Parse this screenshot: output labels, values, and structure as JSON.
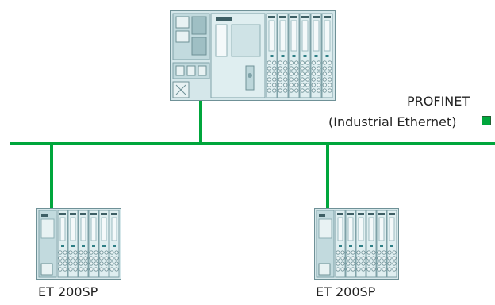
{
  "network": {
    "name": "PROFINET",
    "subtitle": "(Industrial Ethernet)",
    "color": "#00a63c"
  },
  "devices": [
    {
      "label": "ET 200SP"
    },
    {
      "label": "ET 200SP"
    }
  ],
  "colors": {
    "device_body": "#cfe3e6",
    "device_outline": "#6f9197",
    "module_light": "#e8f2f3",
    "module_mid": "#b7d1d6"
  }
}
